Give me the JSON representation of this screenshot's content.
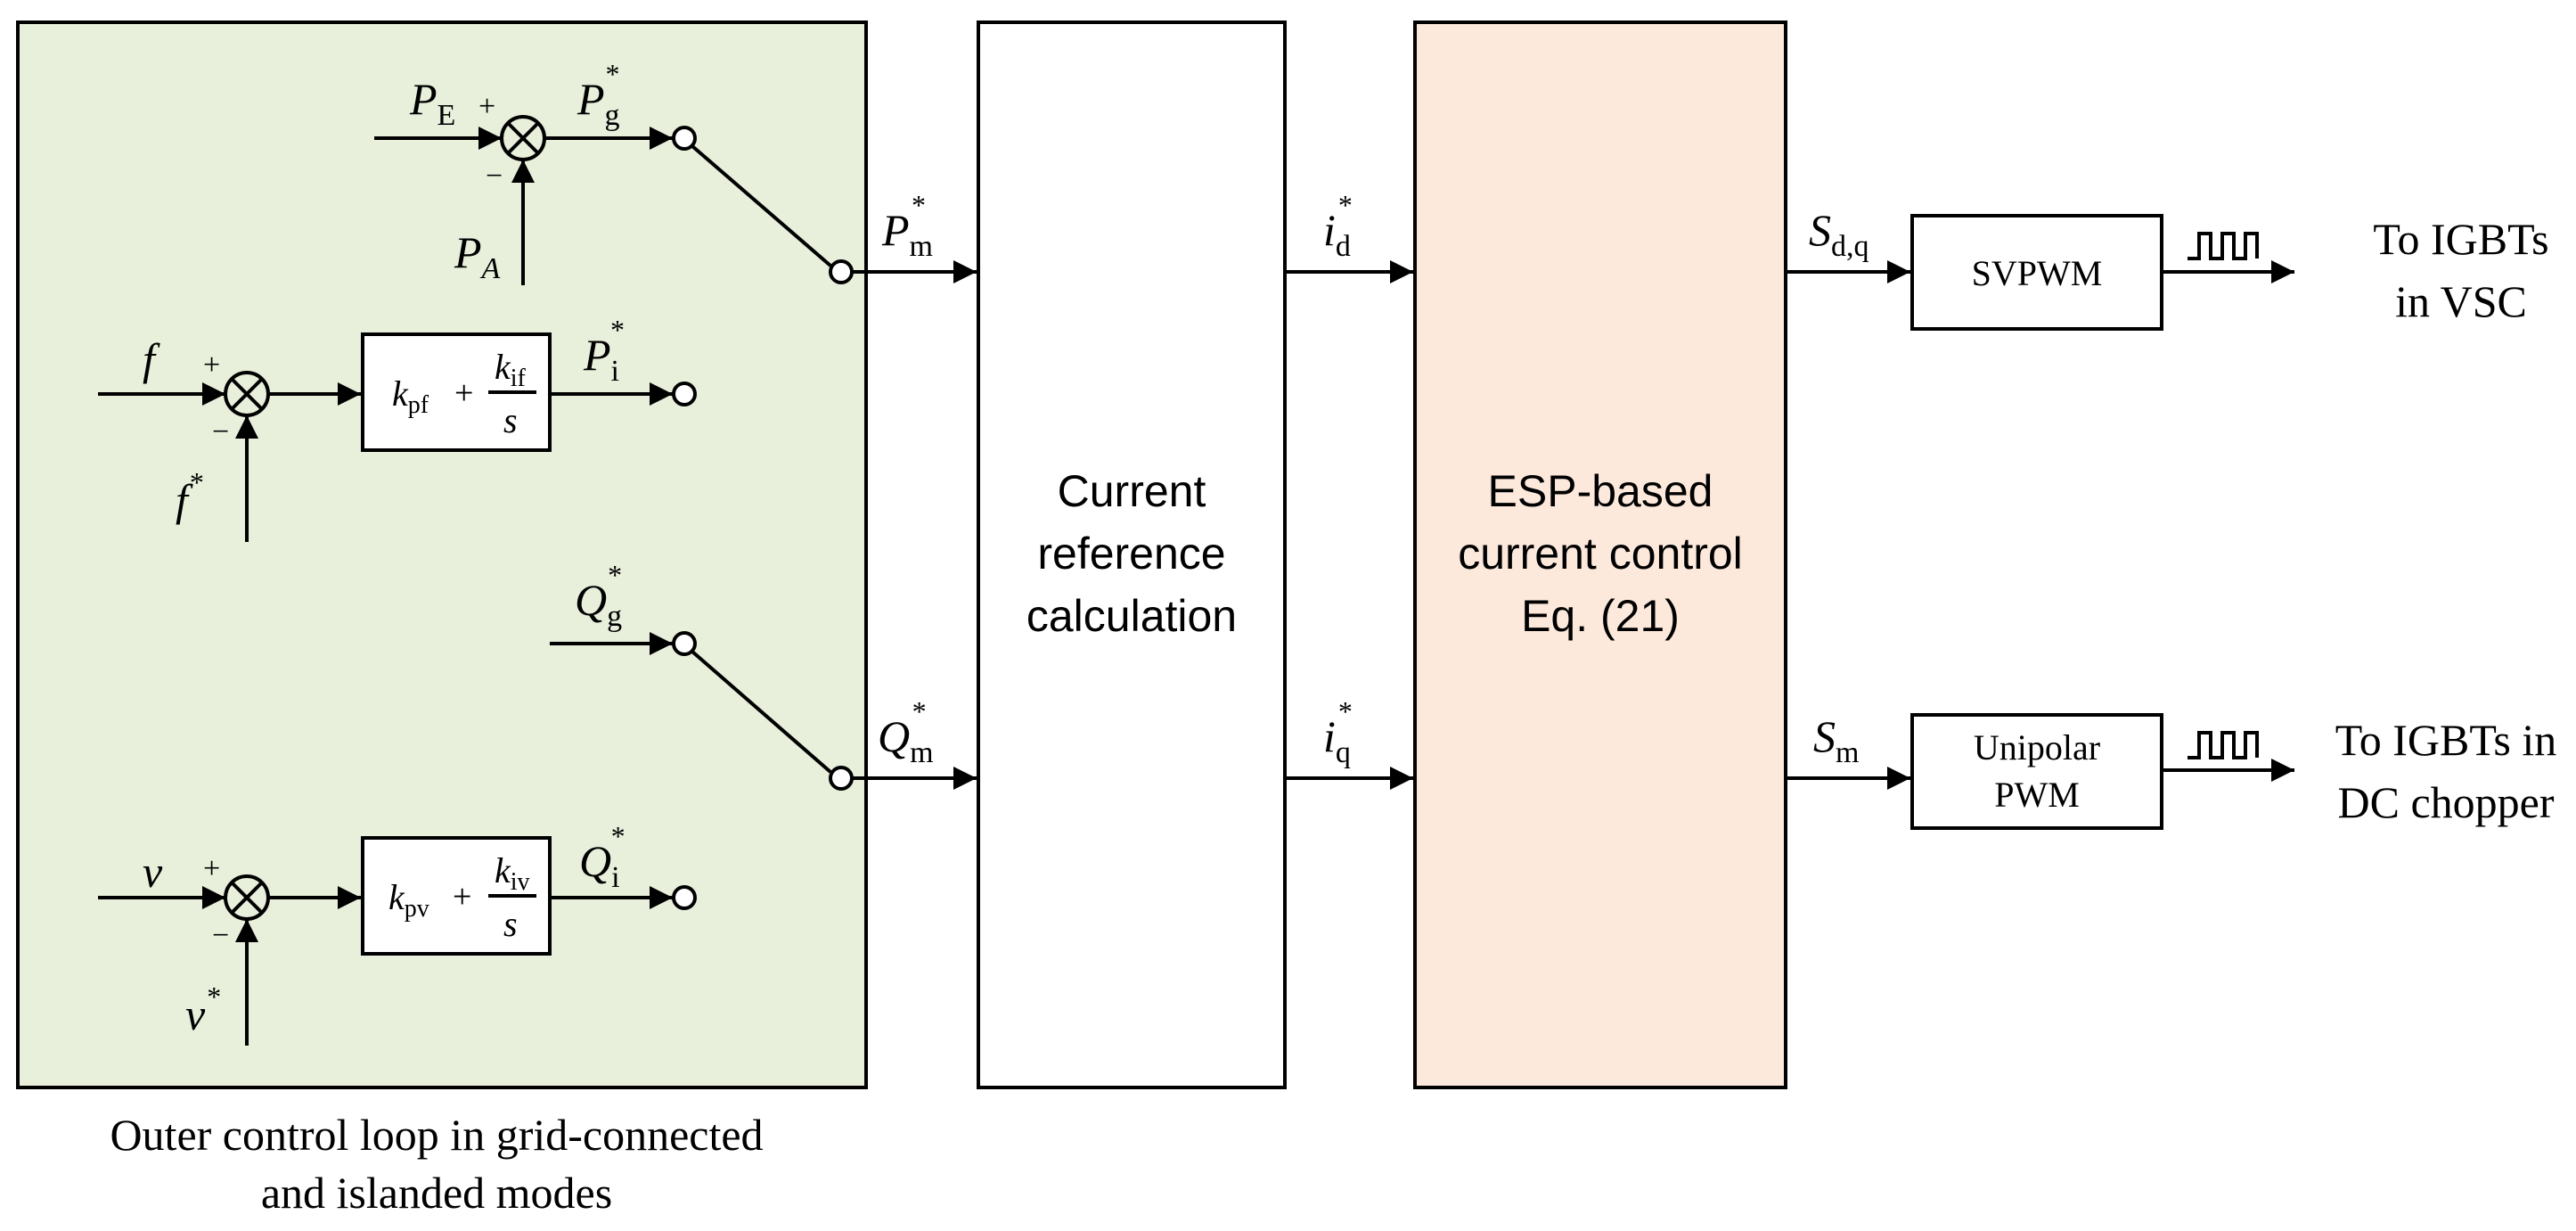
{
  "outer_loop": {
    "fill": "#e8f0dc",
    "caption_line1": "Outer control loop in grid-connected",
    "caption_line2": "and islanded modes",
    "signals": {
      "P_E": {
        "base": "P",
        "sub": "E"
      },
      "P_A": {
        "base": "P",
        "sub": "A"
      },
      "P_g": {
        "base": "P",
        "sub": "g",
        "sup": "*"
      },
      "P_i": {
        "base": "P",
        "sub": "i",
        "sup": "*"
      },
      "P_m": {
        "base": "P",
        "sub": "m",
        "sup": "*"
      },
      "f": {
        "base": "f"
      },
      "f_ref": {
        "base": "f",
        "sup": "*"
      },
      "Q_g": {
        "base": "Q",
        "sub": "g",
        "sup": "*"
      },
      "Q_i": {
        "base": "Q",
        "sub": "i",
        "sup": "*"
      },
      "Q_m": {
        "base": "Q",
        "sub": "m",
        "sup": "*"
      },
      "v": {
        "base": "v"
      },
      "v_ref": {
        "base": "v",
        "sup": "*"
      }
    },
    "signs": {
      "plus": "+",
      "minus": "−"
    },
    "pi_f": {
      "kp": "k",
      "kp_sub": "pf",
      "plus": "+",
      "ki": "k",
      "ki_sub": "if",
      "den": "s"
    },
    "pi_v": {
      "kp": "k",
      "kp_sub": "pv",
      "plus": "+",
      "ki": "k",
      "ki_sub": "iv",
      "den": "s"
    }
  },
  "current_ref_block": {
    "line1": "Current",
    "line2": "reference",
    "line3": "calculation"
  },
  "esp_block": {
    "fill": "#fde9dc",
    "line1": "ESP-based",
    "line2": "current control",
    "line3": "Eq. (21)"
  },
  "current_signals": {
    "id": {
      "base": "i",
      "sub": "d",
      "sup": "*"
    },
    "iq": {
      "base": "i",
      "sub": "q",
      "sup": "*"
    }
  },
  "switch_signals": {
    "Sdq": {
      "base": "S",
      "sub": "d,q"
    },
    "Sm": {
      "base": "S",
      "sub": "m"
    }
  },
  "svpwm_block": {
    "label": "SVPWM"
  },
  "unipolar_block": {
    "line1": "Unipolar",
    "line2": "PWM"
  },
  "outputs": {
    "vsc_line1": "To IGBTs",
    "vsc_line2": "in VSC",
    "chopper_line1": "To IGBTs in",
    "chopper_line2": "DC chopper"
  }
}
